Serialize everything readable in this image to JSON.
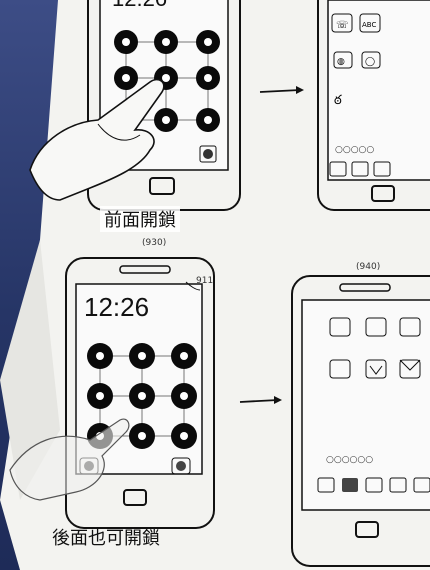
{
  "labels": {
    "top_caption": "前面開鎖",
    "bottom_caption": "後面也可開鎖",
    "fig_930": "(930)",
    "fig_940": "(940)",
    "ref_911": "911",
    "top_time": "12:26",
    "bottom_time": "12:26"
  },
  "icons": {
    "top_right_screen": [
      "phone-icon",
      "abc-icon",
      "globe-icon",
      "bulb-icon",
      "alarm-icon"
    ],
    "bottom_right_screen": [
      "calendar-icon",
      "camera-icon",
      "settings-icon",
      "notes-icon",
      "wifi-icon",
      "mail-icon"
    ]
  },
  "colors": {
    "paper": "#f4f4f2",
    "ink": "#111111",
    "background": "#2f3f78"
  }
}
